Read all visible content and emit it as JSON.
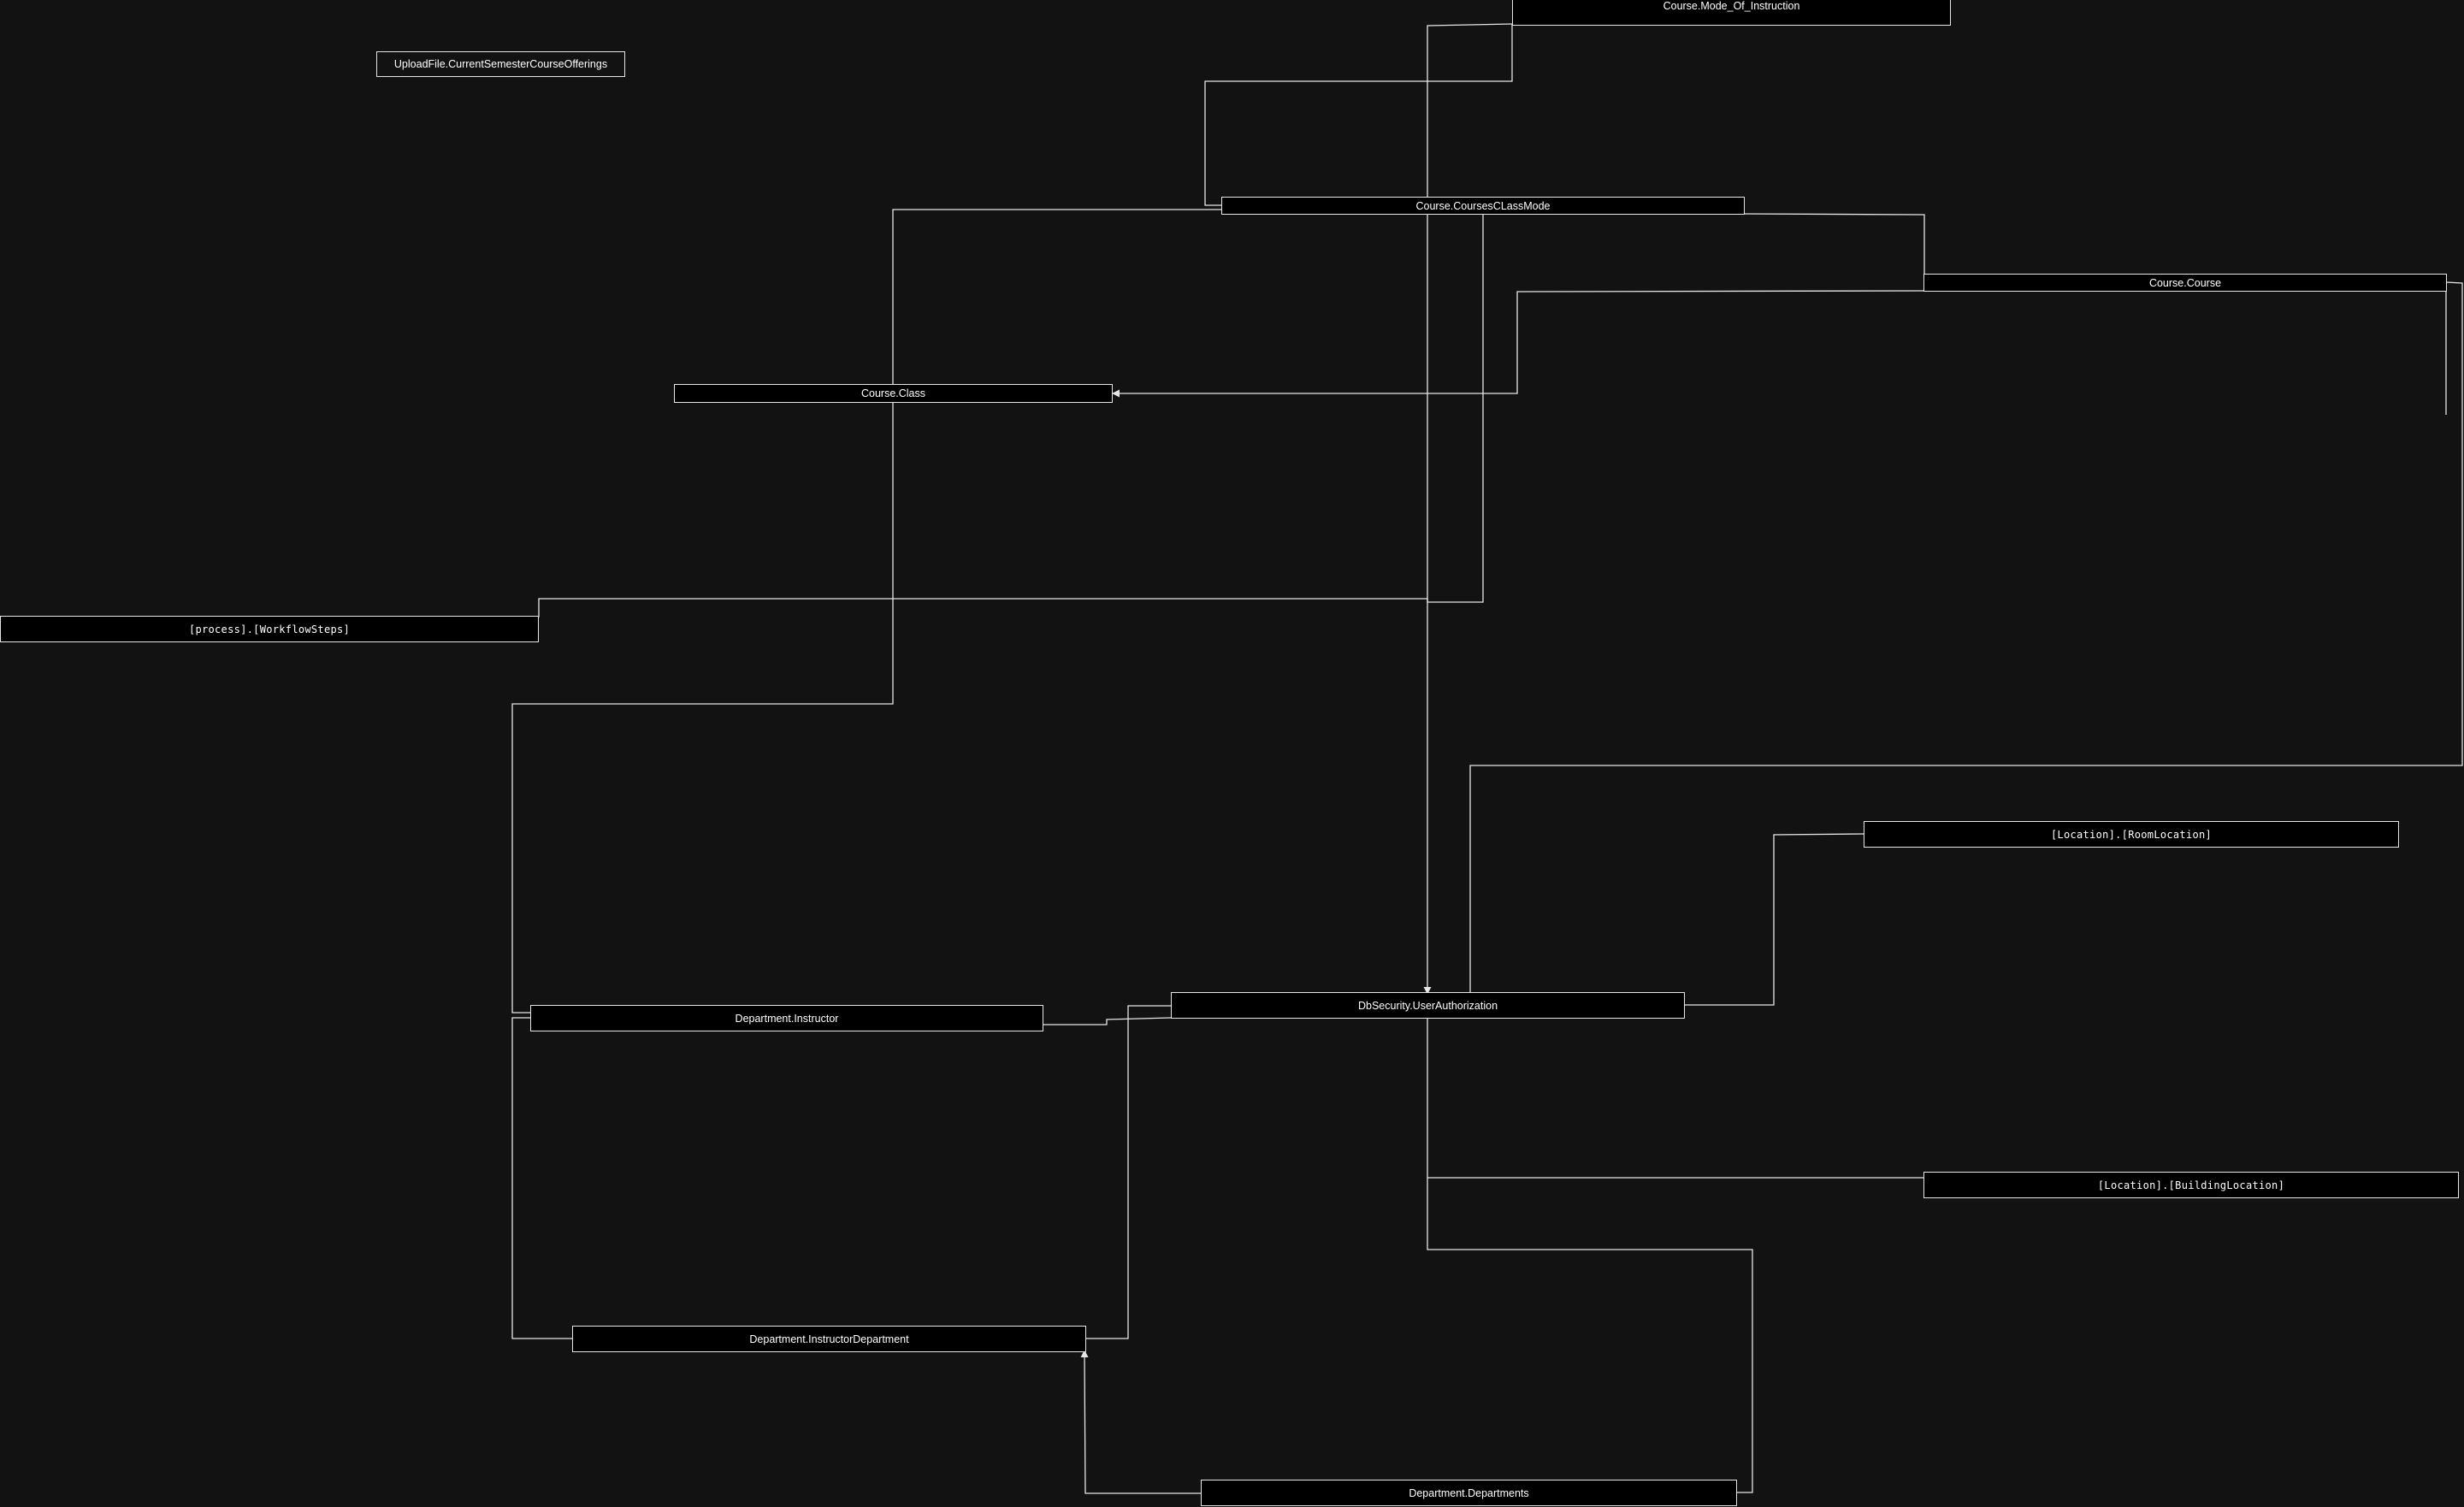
{
  "diagram": {
    "background_color": "#121212",
    "node_fill": "#000000",
    "line_color": "#e6e6e6",
    "text_color": "#ffffff",
    "nodes": {
      "current_semester_offerings": "UploadFile.CurrentSemesterCourseOfferings",
      "mode_of_instruction": "Course.Mode_Of_Instruction",
      "courses_class_mode": "Course.CoursesCLassMode",
      "course": "Course.Course",
      "course_class": "Course.Class",
      "workflow_steps": "[process].[WorkflowSteps]",
      "room_location": "[Location].[RoomLocation]",
      "user_authorization": "DbSecurity.UserAuthorization",
      "instructor": "Department.Instructor",
      "building_location": "[Location].[BuildingLocation]",
      "instructor_department": "Department.InstructorDepartment",
      "departments": "Department.Departments"
    }
  }
}
